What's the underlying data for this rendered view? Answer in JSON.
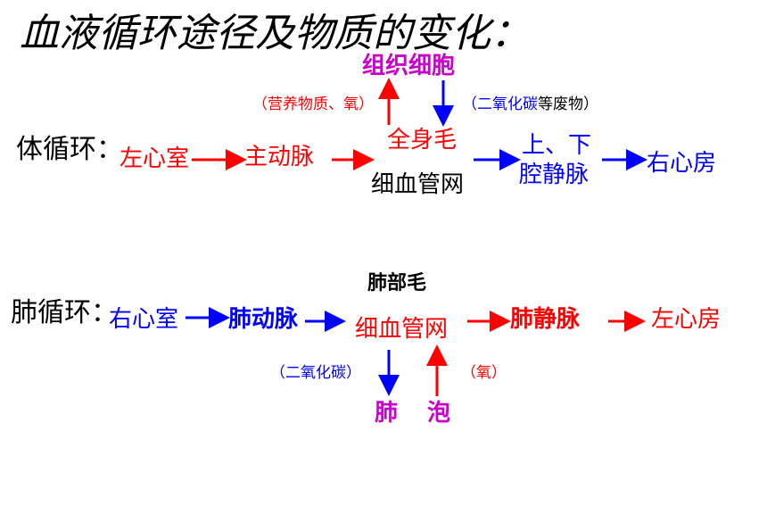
{
  "title": "血液循环途径及物质的变化：",
  "colors": {
    "artery": "#ff0000",
    "vein": "#0000ff",
    "cell": "#cc00cc",
    "text": "#000000"
  },
  "systemic": {
    "label": "体循环：",
    "left_ventricle": "左心室",
    "aorta": "主动脉",
    "tissue_cells": "组织细胞",
    "capillary_1": "全身毛",
    "capillary_2": "细血管网",
    "vena_cava_1": "上、下",
    "vena_cava_2": "腔静脉",
    "right_atrium": "右心房",
    "note_in": "（营养物质、氧）",
    "note_out_colored": "（二氧化碳",
    "note_out_rest": "等废物）"
  },
  "pulmonary": {
    "label": "肺循环：",
    "right_ventricle": "右心室",
    "pulmonary_artery": "肺动脉",
    "capillary_1": "肺部毛",
    "capillary_2": "细血管网",
    "pulmonary_vein": "肺静脉",
    "left_atrium": "左心房",
    "alveoli_1": "肺",
    "alveoli_2": "泡",
    "note_out": "（二氧化碳）",
    "note_in": "（氧）"
  }
}
